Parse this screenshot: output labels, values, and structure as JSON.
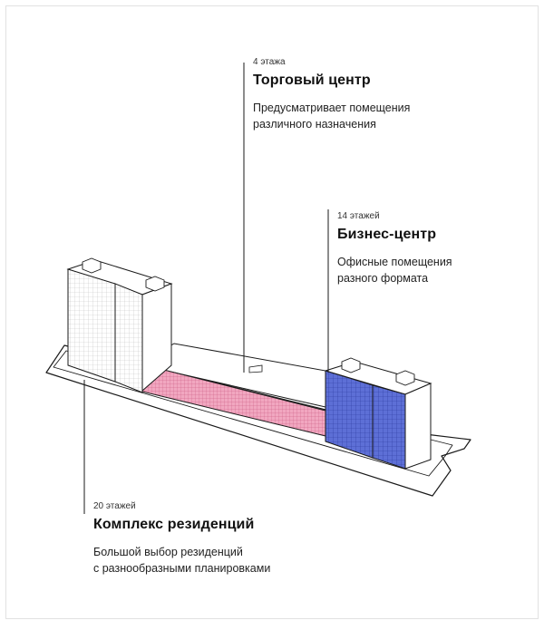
{
  "sections": {
    "mall": {
      "floors": "4 этажа",
      "title": "Торговый центр",
      "desc_line1": "Предусматривает помещения",
      "desc_line2": "различного назначения"
    },
    "business": {
      "floors": "14 этажей",
      "title": "Бизнес-центр",
      "desc_line1": "Офисные помещения",
      "desc_line2": "разного формата"
    },
    "residence": {
      "floors": "20 этажей",
      "title": "Комплекс резиденций",
      "desc_line1": "Большой выбор резиденций",
      "desc_line2": "с разнообразными планировками"
    }
  },
  "colors": {
    "residence": "#ffffff",
    "mall": "#f1a7c0",
    "business": "#5a6bd0",
    "outline": "#1a1a1a"
  }
}
